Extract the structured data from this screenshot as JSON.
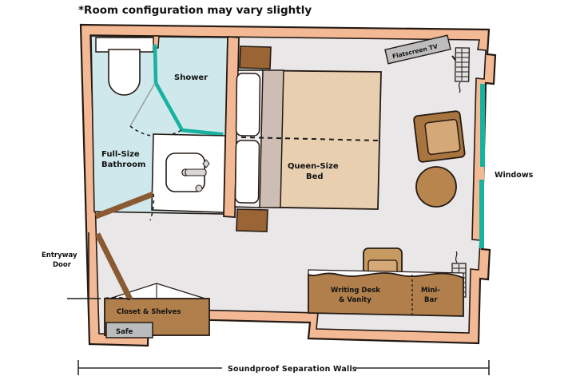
{
  "diagram": {
    "kind": "hotel-room-floor-plan",
    "title_note": "*Room configuration may vary slightly",
    "bottom_caption": "Soundproof Separation Walls"
  },
  "labels": {
    "bathroom": "Full-Size\nBathroom",
    "bathroom_line1": "Full-Size",
    "bathroom_line2": "Bathroom",
    "shower": "Shower",
    "bed_line1": "Queen-Size",
    "bed_line2": "Bed",
    "tv": "Flatscreen TV",
    "windows": "Windows",
    "entry_line1": "Entryway",
    "entry_line2": "Door",
    "desk_line1": "Writing Desk",
    "desk_line2": "& Vanity",
    "minibar_line1": "Mini-",
    "minibar_line2": "Bar",
    "closet": "Closet & Shelves",
    "safe": "Safe"
  },
  "colors": {
    "wall": "#f3b995",
    "wall_stroke": "#241a14",
    "floor": "#e9e7e7",
    "bath_floor": "#cfe8ec",
    "shower_glass": "#17b2a0",
    "bed": "#e8cfb0",
    "headboard": "#cdbdb4",
    "pillow": "#ffffff",
    "wood_dark": "#9a6434",
    "wood_mid": "#b07f4c",
    "wood_light": "#c79a62",
    "door_wood": "#8a5a33",
    "gray_box": "#b9bcbc",
    "tv_plate": "#bdbdbd",
    "radiator": "#e2e2e2",
    "outline": "#1d1d1d"
  },
  "furniture": [
    {
      "name": "toilet",
      "room": "bathroom"
    },
    {
      "name": "sink-vanity",
      "room": "bathroom"
    },
    {
      "name": "shower-enclosure",
      "room": "bathroom"
    },
    {
      "name": "bathroom-door",
      "room": "bathroom"
    },
    {
      "name": "queen-bed",
      "room": "bedroom"
    },
    {
      "name": "pillow-left",
      "room": "bedroom"
    },
    {
      "name": "pillow-right",
      "room": "bedroom"
    },
    {
      "name": "nightstand-top",
      "room": "bedroom"
    },
    {
      "name": "nightstand-bottom",
      "room": "bedroom"
    },
    {
      "name": "armchair",
      "room": "bedroom"
    },
    {
      "name": "round-side-table",
      "room": "bedroom"
    },
    {
      "name": "flatscreen-tv",
      "room": "bedroom"
    },
    {
      "name": "radiator-top",
      "room": "bedroom"
    },
    {
      "name": "radiator-bottom",
      "room": "bedroom"
    },
    {
      "name": "writing-desk-vanity",
      "room": "bedroom"
    },
    {
      "name": "desk-chair",
      "room": "bedroom"
    },
    {
      "name": "mini-bar",
      "room": "bedroom"
    },
    {
      "name": "closet-shelves",
      "room": "entry"
    },
    {
      "name": "safe",
      "room": "entry"
    },
    {
      "name": "entryway-door",
      "room": "entry"
    }
  ]
}
